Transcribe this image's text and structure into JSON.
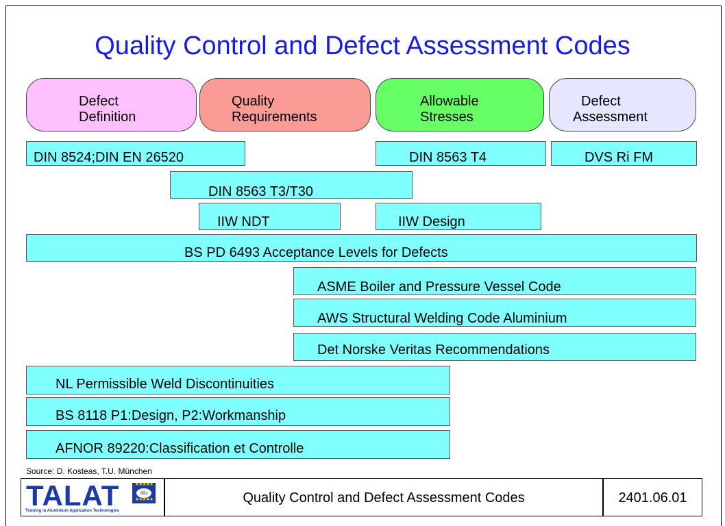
{
  "title": "Quality Control and Defect Assessment Codes",
  "categories": [
    {
      "line1": "Defect",
      "line2": "Definition",
      "color": "#ffc0ff"
    },
    {
      "line1": "Quality",
      "line2": "Requirements",
      "color": "#fa9b96"
    },
    {
      "line1": "Allowable",
      "line2": "Stresses",
      "color": "#66ff66"
    },
    {
      "line1": "Defect",
      "line2": "Assessment",
      "color": "#e6e6ff"
    }
  ],
  "codes": [
    "DIN 8524;DIN EN 26520",
    "DIN 8563 T4",
    "DVS Ri FM",
    "DIN 8563 T3/T30",
    "IIW NDT",
    "IIW Design",
    "BS PD 6493 Acceptance Levels for Defects",
    "ASME Boiler and Pressure Vessel Code",
    "AWS Structural Welding Code Aluminium",
    "Det Norske Veritas Recommendations",
    "NL Permissible Weld Discontinuities",
    "BS 8118 P1:Design, P2:Workmanship",
    "AFNOR 89220:Classification et Controlle"
  ],
  "bar_color": "#80ffff",
  "title_color": "#1a1ae6",
  "source": "Source: D. Kosteas, T.U. München",
  "footer": {
    "logo": "TALAT",
    "logo_badge": "alu",
    "logo_subtitle": "Training in Aluminium Application Technologies",
    "title": "Quality Control and Defect Assessment Codes",
    "number": "2401.06.01"
  }
}
